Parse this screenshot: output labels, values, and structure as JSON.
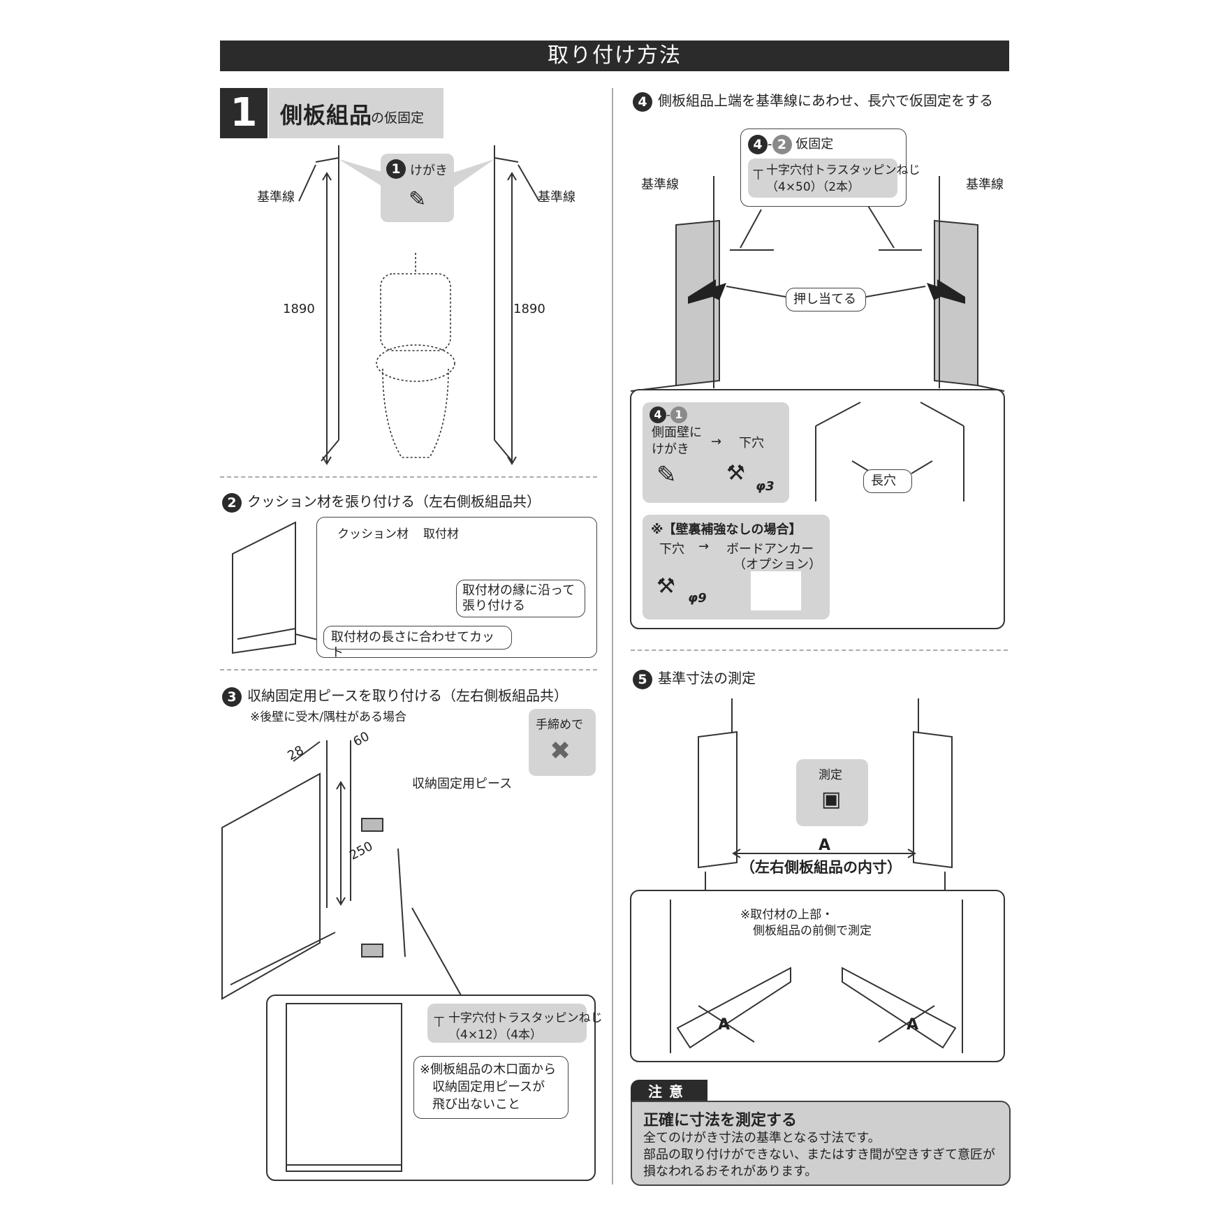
{
  "header": {
    "title": "取り付け方法"
  },
  "step1": {
    "badge": "1",
    "title_bold": "側板組品",
    "title_small": "の仮固定",
    "sub_num": "1",
    "sub_label": "けがき",
    "ref_line_left": "基準線",
    "ref_line_right": "基準線",
    "dim_left": "1890",
    "dim_right": "1890"
  },
  "step2": {
    "num": "2",
    "title": "クッション材を張り付ける（左右側板組品共）",
    "label_cushion": "クッション材",
    "label_mount": "取付材",
    "callout_edge_1": "取付材の縁に沿って",
    "callout_edge_2": "張り付ける",
    "callout_cut": "取付材の長さに合わせてカット"
  },
  "step3": {
    "num": "3",
    "title": "収納固定用ピースを取り付ける（左右側板組品共）",
    "note": "※後壁に受木/隅柱がある場合",
    "hand_tighten": "手締めで",
    "dim_28": "28",
    "dim_60": "60",
    "dim_250": "250",
    "label_piece": "収納固定用ピース",
    "screw_line1": "十字穴付トラスタッピンねじ",
    "screw_line2": "（4×12）（4本）",
    "callout_1": "※側板組品の木口面から",
    "callout_2": "収納固定用ピースが",
    "callout_3": "飛び出ないこと"
  },
  "step4": {
    "num": "4",
    "title": "側板組品上端を基準線にあわせ、長穴で仮固定をする",
    "sub2_a": "4",
    "sub2_b": "2",
    "sub2_label": "仮固定",
    "screw_line1": "十字穴付トラスタッピンねじ",
    "screw_line2": "（4×50）（2本）",
    "ref_left": "基準線",
    "ref_right": "基準線",
    "push": "押し当てる",
    "sub1_a": "4",
    "sub1_b": "1",
    "mark_1": "側面壁に",
    "mark_2": "けがき",
    "arrow": "→",
    "pilot": "下穴",
    "phi3": "φ3",
    "slot": "長穴",
    "no_reinforce": "※【壁裏補強なしの場合】",
    "pilot2": "下穴",
    "arrow2": "→",
    "anchor_1": "ボードアンカー",
    "anchor_2": "（オプション）",
    "phi9": "φ9"
  },
  "step5": {
    "num": "5",
    "title": "基準寸法の測定",
    "measure": "測定",
    "label_a": "A",
    "inner": "（左右側板組品の内寸）",
    "note_1": "※取付材の上部・",
    "note_2": "側板組品の前側で測定",
    "a_left": "A",
    "a_right": "A"
  },
  "caution": {
    "tab": "注意",
    "title": "正確に寸法を測定する",
    "line1": "全てのけがき寸法の基準となる寸法です。",
    "line2": "部品の取り付けができない、またはすき間が空きすぎて意匠が",
    "line3": "損なわれるおそれがあります。"
  }
}
